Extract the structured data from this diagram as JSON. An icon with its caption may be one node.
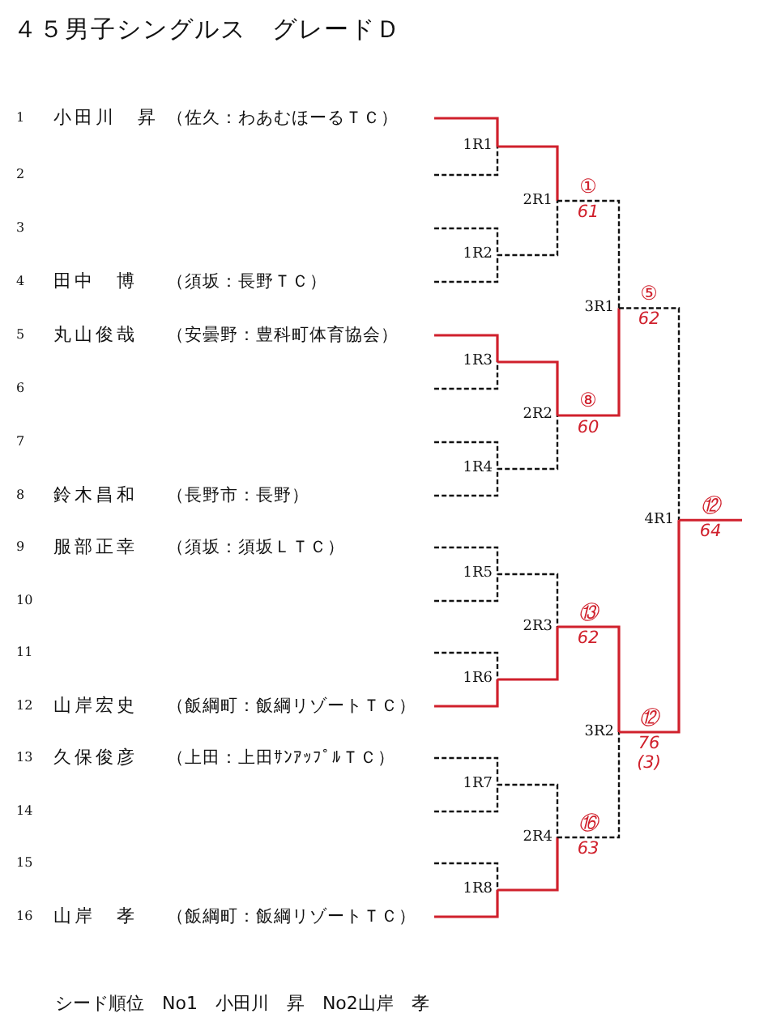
{
  "diagram": {
    "title": "４５男子シングルス　グレードＤ",
    "nodes": [
      {
        "text": [
          "1R1"
        ]
      },
      {
        "text": [
          "1R2"
        ]
      },
      {
        "text": [
          "1R3"
        ]
      },
      {
        "text": [
          "1R4"
        ]
      },
      {
        "text": [
          "1R5"
        ]
      },
      {
        "text": [
          "1R6"
        ]
      },
      {
        "text": [
          "1R7"
        ]
      },
      {
        "text": [
          "1R8"
        ]
      },
      {
        "text": [
          "2R1"
        ],
        "beside": [
          "①",
          "61"
        ]
      },
      {
        "text": [
          "2R2"
        ],
        "beside": [
          "⑧",
          "60"
        ]
      },
      {
        "text": [
          "2R3"
        ],
        "beside": [
          "⑬",
          "62"
        ]
      },
      {
        "text": [
          "2R4"
        ],
        "beside": [
          "⑯",
          "63"
        ]
      },
      {
        "text": [
          "3R1"
        ],
        "beside": [
          "⑤",
          "62"
        ]
      },
      {
        "text": [
          "3R2"
        ],
        "beside": [
          "⑫",
          "76 (3)"
        ]
      },
      {
        "text": [
          "4R1"
        ],
        "beside": [
          "⑫",
          "64"
        ]
      }
    ],
    "edges": [
      {
        "from": null,
        "to": 0,
        "arrow": "none",
        "color": "#d0202c"
      },
      {
        "from": null,
        "to": 0,
        "arrow": "none",
        "style": "dashed"
      },
      {
        "from": null,
        "to": 1,
        "arrow": "none",
        "style": "dashed"
      },
      {
        "from": null,
        "to": 1,
        "arrow": "none",
        "style": "dashed"
      },
      {
        "from": null,
        "to": 2,
        "arrow": "none",
        "color": "#d0202c"
      },
      {
        "from": null,
        "to": 2,
        "arrow": "none",
        "style": "dashed"
      },
      {
        "from": null,
        "to": 3,
        "arrow": "none",
        "style": "dashed"
      },
      {
        "from": null,
        "to": 3,
        "arrow": "none",
        "style": "dashed"
      },
      {
        "from": null,
        "to": 4,
        "arrow": "none",
        "style": "dashed"
      },
      {
        "from": null,
        "to": 4,
        "arrow": "none",
        "style": "dashed"
      },
      {
        "from": null,
        "to": 5,
        "arrow": "none",
        "style": "dashed"
      },
      {
        "from": null,
        "to": 5,
        "arrow": "none",
        "color": "#d0202c"
      },
      {
        "from": null,
        "to": 6,
        "arrow": "none",
        "style": "dashed"
      },
      {
        "from": null,
        "to": 6,
        "arrow": "none",
        "style": "dashed"
      },
      {
        "from": null,
        "to": 7,
        "arrow": "none",
        "style": "dashed"
      },
      {
        "from": null,
        "to": 7,
        "arrow": "none",
        "color": "#d0202c"
      },
      {
        "from": 0,
        "to": 8,
        "arrow": "none",
        "color": "#d0202c"
      },
      {
        "from": 1,
        "to": 8,
        "arrow": "none",
        "style": "dashed"
      },
      {
        "from": 2,
        "to": 9,
        "arrow": "none",
        "color": "#d0202c"
      },
      {
        "from": 3,
        "to": 9,
        "arrow": "none",
        "style": "dashed"
      },
      {
        "from": 4,
        "to": 10,
        "arrow": "none",
        "style": "dashed"
      },
      {
        "from": 5,
        "to": 10,
        "arrow": "none",
        "color": "#d0202c"
      },
      {
        "from": 6,
        "to": 11,
        "arrow": "none",
        "style": "dashed"
      },
      {
        "from": 7,
        "to": 11,
        "arrow": "none",
        "color": "#d0202c"
      },
      {
        "from": 8,
        "to": 12,
        "arrow": "none",
        "style": "dashed"
      },
      {
        "from": 9,
        "to": 12,
        "arrow": "none",
        "color": "#d0202c"
      },
      {
        "from": 10,
        "to": 13,
        "arrow": "none",
        "color": "#d0202c"
      },
      {
        "from": 11,
        "to": 13,
        "arrow": "none",
        "style": "dashed"
      },
      {
        "from": 12,
        "to": 14,
        "arrow": "none",
        "style": "dashed"
      },
      {
        "from": 13,
        "to": 14,
        "arrow": "none",
        "color": "#d0202c"
      },
      {
        "from": 14,
        "to": null,
        "arrow": "none",
        "color": "#d0202c"
      }
    ],
    "labels": [
      "1",
      "小田川　昇",
      "（佐久：わあむほーるＴＣ）",
      "2",
      "3",
      "4",
      "田中　博",
      "（須坂：長野ＴＣ）",
      "5",
      "丸山俊哉",
      "（安曇野：豊科町体育協会）",
      "6",
      "7",
      "8",
      "鈴木昌和",
      "（長野市：長野）",
      "9",
      "服部正幸",
      "（須坂：須坂ＬＴＣ）",
      "10",
      "11",
      "12",
      "山岸宏史",
      "（飯綱町：飯綱リゾートＴＣ）",
      "13",
      "久保俊彦",
      "（上田：上田ｻﾝｱｯﾌﾟﾙＴＣ）",
      "14",
      "15",
      "16",
      "山岸　孝",
      "（飯綱町：飯綱リゾートＴＣ）",
      "シード順位　No1　小田川　昇　No2山岸　孝"
    ]
  }
}
